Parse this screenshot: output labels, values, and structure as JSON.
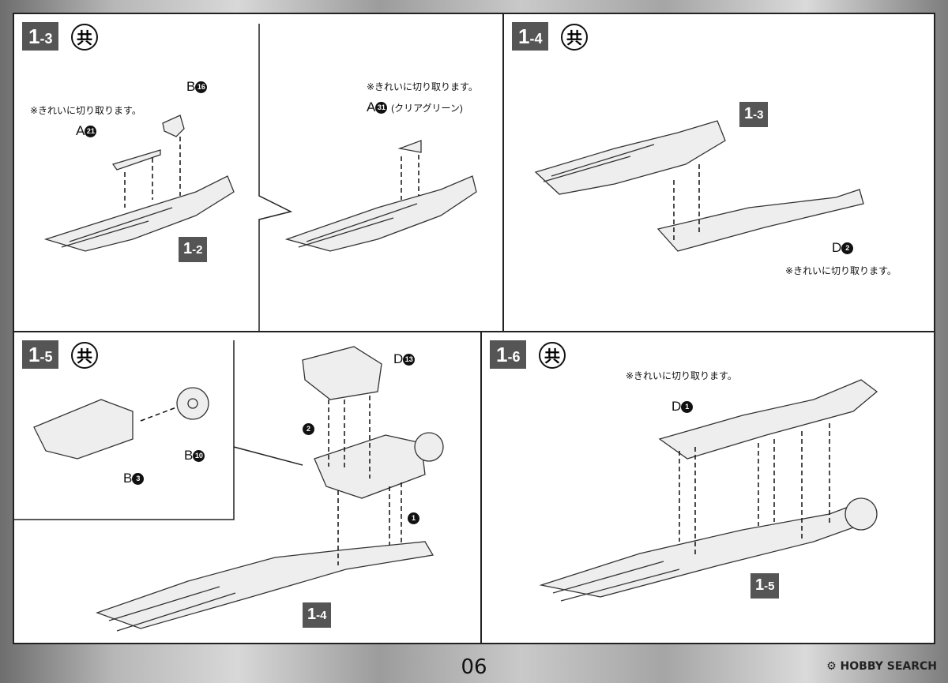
{
  "page_number": "06",
  "brand": {
    "name": "HOBBY SEARCH",
    "icon": "hobby-search-logo-icon"
  },
  "common_mark": "共",
  "panels": {
    "p13": {
      "step_main": "1",
      "step_sub": "-3",
      "note1": "※きれいに切り取ります。",
      "note2": "※きれいに切り取ります。",
      "a_part": "A",
      "a_num": "21",
      "b_part": "B",
      "b_num": "16",
      "a31_part": "A",
      "a31_num": "31",
      "a31_color": "(クリアグリーン)",
      "ref_main": "1",
      "ref_sub": "-2"
    },
    "p14": {
      "step_main": "1",
      "step_sub": "-4",
      "ref_main": "1",
      "ref_sub": "-3",
      "part": "D",
      "num": "2",
      "note": "※きれいに切り取ります。"
    },
    "p15": {
      "step_main": "1",
      "step_sub": "-5",
      "b3_part": "B",
      "b3_num": "3",
      "b10_part": "B",
      "b10_num": "10",
      "d13_part": "D",
      "d13_num": "13",
      "order1": "1",
      "order2": "2",
      "ref_main": "1",
      "ref_sub": "-4"
    },
    "p16": {
      "step_main": "1",
      "step_sub": "-6",
      "note": "※きれいに切り取ります。",
      "part": "D",
      "num": "1",
      "ref_main": "1",
      "ref_sub": "-5"
    }
  }
}
